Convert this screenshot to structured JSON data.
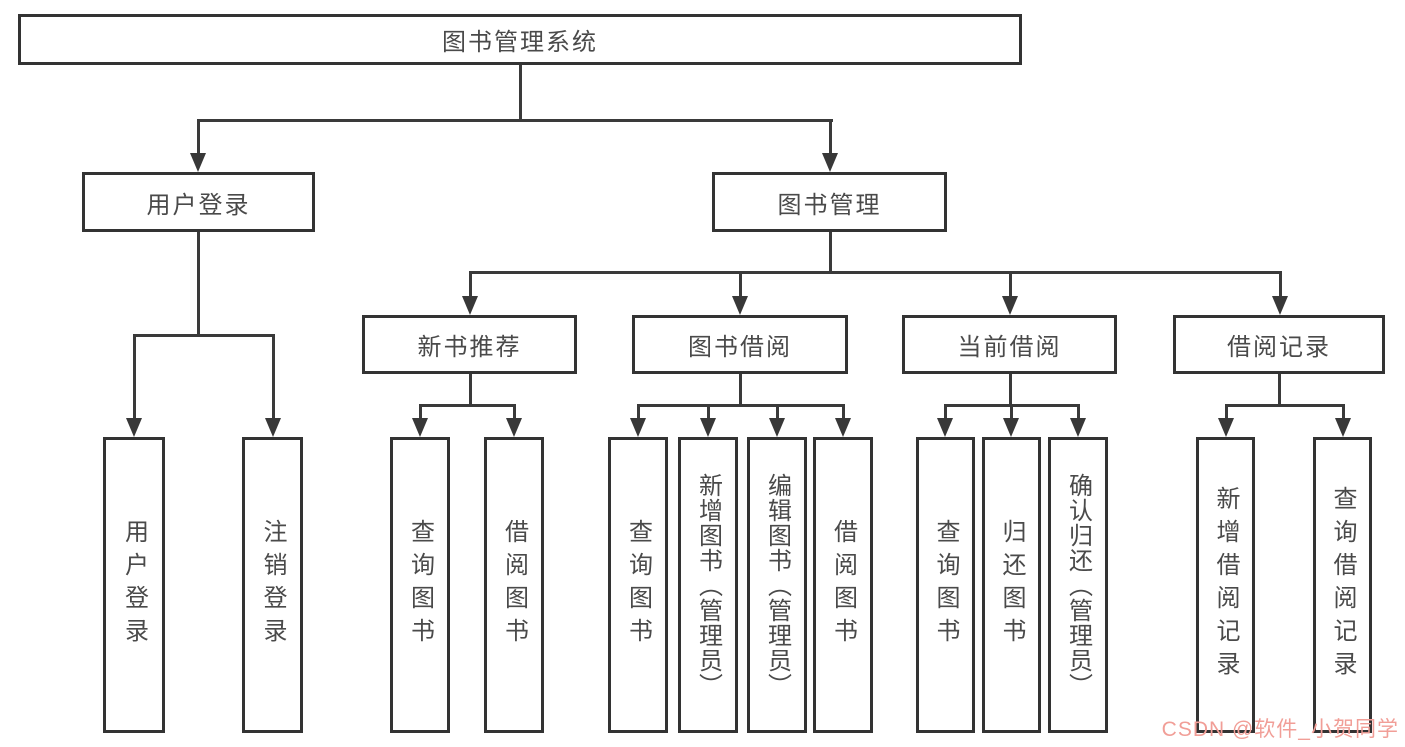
{
  "diagram_title": "图书管理系统",
  "tree": {
    "root": {
      "label": "图书管理系统"
    },
    "children": [
      {
        "label": "用户登录",
        "children": [
          {
            "label": "用户登录"
          },
          {
            "label": "注销登录"
          }
        ]
      },
      {
        "label": "图书管理",
        "children": [
          {
            "label": "新书推荐",
            "children": [
              {
                "label": "查询图书"
              },
              {
                "label": "借阅图书"
              }
            ]
          },
          {
            "label": "图书借阅",
            "children": [
              {
                "label": "查询图书"
              },
              {
                "label": "新增图书（管理员）"
              },
              {
                "label": "编辑图书（管理员）"
              },
              {
                "label": "借阅图书"
              }
            ]
          },
          {
            "label": "当前借阅",
            "children": [
              {
                "label": "查询图书"
              },
              {
                "label": "归还图书"
              },
              {
                "label": "确认归还（管理员）"
              }
            ]
          },
          {
            "label": "借阅记录",
            "children": [
              {
                "label": "新增借阅记录"
              },
              {
                "label": "查询借阅记录"
              }
            ]
          }
        ]
      }
    ]
  },
  "watermark": {
    "text": "CSDN @软件_小贺同学",
    "color": "#f19e97"
  },
  "colors": {
    "box_border": "#333333",
    "line": "#3a3a3a",
    "text": "#4a4a4a",
    "background": "#ffffff"
  }
}
